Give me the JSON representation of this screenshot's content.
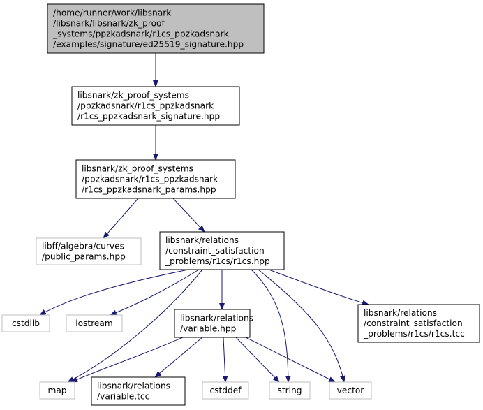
{
  "colors": {
    "edge": "#191970",
    "root_fill": "#bfbfbf",
    "border_dark": "#000000",
    "border_light": "#bfbfbf",
    "text": "#000000"
  },
  "nodes": [
    {
      "id": "ed25519_signature",
      "style": "root",
      "lines": [
        "/home/runner/work/libsnark",
        "/libsnark/libsnark/zk_proof",
        "_systems/ppzkadsnark/r1cs_ppzkadsnark",
        "/examples/signature/ed25519_signature.hpp"
      ]
    },
    {
      "id": "r1cs_ppzkadsnark_signature",
      "style": "dark",
      "lines": [
        "libsnark/zk_proof_systems",
        "/ppzkadsnark/r1cs_ppzkadsnark",
        "/r1cs_ppzkadsnark_signature.hpp"
      ]
    },
    {
      "id": "r1cs_ppzkadsnark_params",
      "style": "dark",
      "lines": [
        "libsnark/zk_proof_systems",
        "/ppzkadsnark/r1cs_ppzkadsnark",
        "/r1cs_ppzkadsnark_params.hpp"
      ]
    },
    {
      "id": "public_params",
      "style": "light",
      "lines": [
        "libff/algebra/curves",
        "/public_params.hpp"
      ]
    },
    {
      "id": "r1cs_hpp",
      "style": "dark",
      "lines": [
        "libsnark/relations",
        "/constraint_satisfaction",
        "_problems/r1cs/r1cs.hpp"
      ]
    },
    {
      "id": "cstdlib",
      "style": "light",
      "lines": [
        "cstdlib"
      ]
    },
    {
      "id": "iostream",
      "style": "light",
      "lines": [
        "iostream"
      ]
    },
    {
      "id": "variable_hpp",
      "style": "dark",
      "lines": [
        "libsnark/relations",
        "/variable.hpp"
      ]
    },
    {
      "id": "r1cs_tcc",
      "style": "dark",
      "lines": [
        "libsnark/relations",
        "/constraint_satisfaction",
        "_problems/r1cs/r1cs.tcc"
      ]
    },
    {
      "id": "map",
      "style": "light",
      "lines": [
        "map"
      ]
    },
    {
      "id": "variable_tcc",
      "style": "dark",
      "lines": [
        "libsnark/relations",
        "/variable.tcc"
      ]
    },
    {
      "id": "cstddef",
      "style": "light",
      "lines": [
        "cstddef"
      ]
    },
    {
      "id": "string",
      "style": "light",
      "lines": [
        "string"
      ]
    },
    {
      "id": "vector",
      "style": "light",
      "lines": [
        "vector"
      ]
    }
  ],
  "edges": [
    [
      "ed25519_signature",
      "r1cs_ppzkadsnark_signature"
    ],
    [
      "r1cs_ppzkadsnark_signature",
      "r1cs_ppzkadsnark_params"
    ],
    [
      "r1cs_ppzkadsnark_params",
      "public_params"
    ],
    [
      "r1cs_ppzkadsnark_params",
      "r1cs_hpp"
    ],
    [
      "r1cs_hpp",
      "cstdlib"
    ],
    [
      "r1cs_hpp",
      "iostream"
    ],
    [
      "r1cs_hpp",
      "map"
    ],
    [
      "r1cs_hpp",
      "variable_hpp"
    ],
    [
      "r1cs_hpp",
      "string"
    ],
    [
      "r1cs_hpp",
      "vector"
    ],
    [
      "r1cs_hpp",
      "r1cs_tcc"
    ],
    [
      "variable_hpp",
      "map"
    ],
    [
      "variable_hpp",
      "variable_tcc"
    ],
    [
      "variable_hpp",
      "cstddef"
    ],
    [
      "variable_hpp",
      "string"
    ],
    [
      "variable_hpp",
      "vector"
    ]
  ]
}
